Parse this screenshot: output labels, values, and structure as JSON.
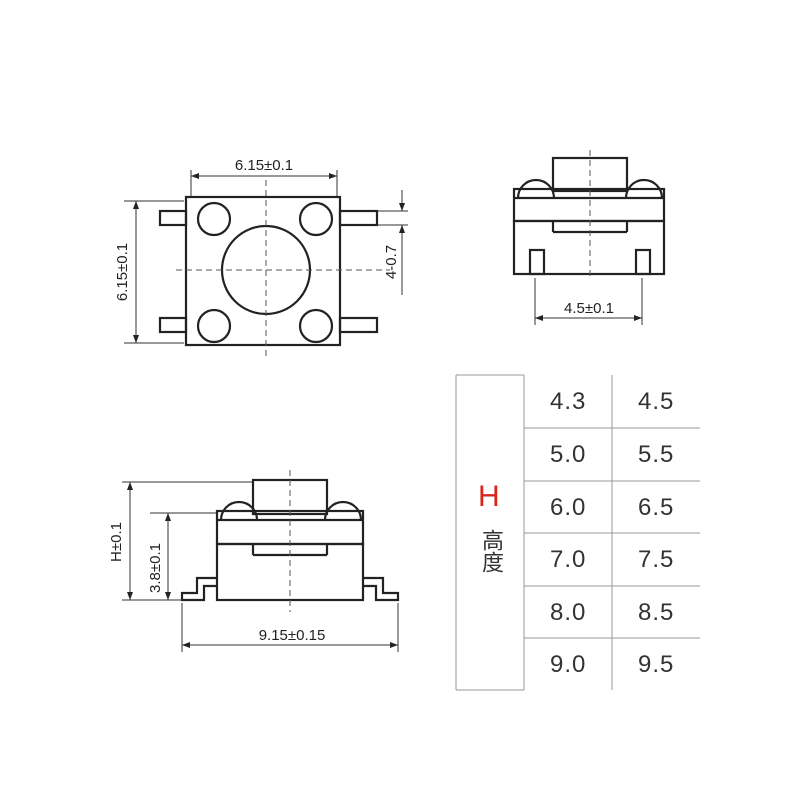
{
  "dimensions": {
    "top_width": "6.15±0.1",
    "side_height": "6.15±0.1",
    "pin_spacing": "4-0.7",
    "front_width": "4.5±0.1",
    "height_h": "H±0.1",
    "body_height": "3.8±0.1",
    "total_length": "9.15±0.15"
  },
  "height_table": {
    "label": "H",
    "label_color": "#d9261c",
    "label_cn": "高度",
    "rows": [
      [
        "4.3",
        "4.5"
      ],
      [
        "5.0",
        "5.5"
      ],
      [
        "6.0",
        "6.5"
      ],
      [
        "7.0",
        "7.5"
      ],
      [
        "8.0",
        "8.5"
      ],
      [
        "9.0",
        "9.5"
      ]
    ]
  }
}
